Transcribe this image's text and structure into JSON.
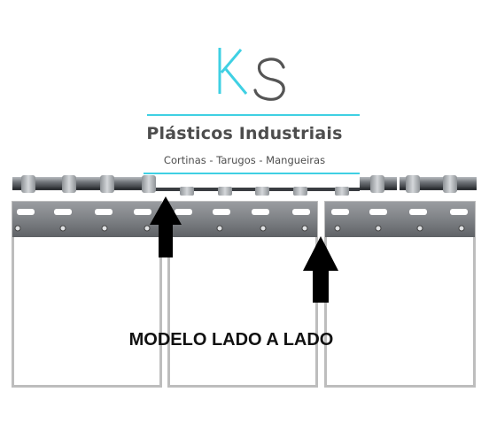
{
  "brand": {
    "logo_text": "KS",
    "name": "Plásticos Industriais",
    "tagline": "Cortinas - Tarugos - Mangueiras"
  },
  "caption": "MODELO LADO A LADO",
  "colors": {
    "accent_cyan": "#3fd0e3",
    "logo_grey": "#555555",
    "text_dark": "#4d4d4d",
    "arrow": "#000000",
    "panel_border": "#bdbdbd",
    "metal": "#7d8084"
  },
  "icons": [
    "arrow-up-icon",
    "arrow-up-icon"
  ]
}
